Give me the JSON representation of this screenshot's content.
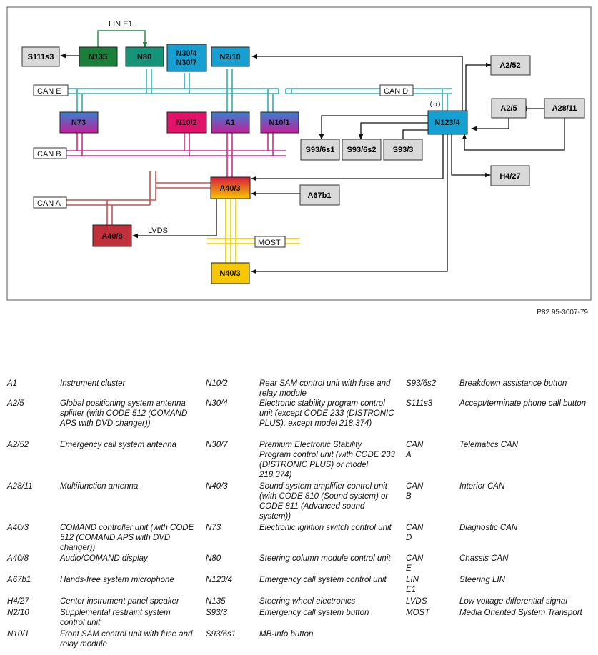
{
  "diagram": {
    "figure_id": "P82.95-3007-79",
    "buses": {
      "lin_e1": "LIN E1",
      "can_e": "CAN E",
      "can_d": "CAN D",
      "can_b": "CAN B",
      "can_a": "CAN A",
      "lvds": "LVDS",
      "most": "MOST"
    },
    "components": {
      "s111s3": "S111s3",
      "n135": "N135",
      "n80": "N80",
      "n30_4": "N30/4",
      "n30_7": "N30/7",
      "n2_10": "N2/10",
      "a2_52": "A2/52",
      "a2_5": "A2/5",
      "a28_11": "A28/11",
      "n73": "N73",
      "n10_2": "N10/2",
      "a1": "A1",
      "n10_1": "N10/1",
      "n123_4": "N123/4",
      "s93_6s1": "S93/6s1",
      "s93_6s2": "S93/6s2",
      "s93_3": "S93/3",
      "a40_3": "A40/3",
      "a67b1": "A67b1",
      "h4_27": "H4/27",
      "a40_8": "A40/8",
      "n40_3": "N40/3"
    },
    "colors": {
      "gray_box": "#d9d9d9",
      "green_dark": "#1a7f3b",
      "teal_green": "#14957a",
      "cyan": "#169fd1",
      "magenta": "#e0126a",
      "crimson": "#c0303a",
      "yellow": "#f7c800",
      "can_e_line": "#2bb0b0",
      "can_b_line": "#d02a8a",
      "can_a_line": "#c85050",
      "most_line": "#f1d200"
    }
  },
  "legend": [
    {
      "code": "A1",
      "desc": "Instrument cluster"
    },
    {
      "code": "A2/5",
      "desc": "Global positioning system antenna splitter (with CODE 512 (COMAND APS with DVD changer))"
    },
    {
      "code": "A2/52",
      "desc": "Emergency call system antenna"
    },
    {
      "code": "A28/11",
      "desc": "Multifunction antenna"
    },
    {
      "code": "A40/3",
      "desc": "COMAND controller unit (with CODE 512 (COMAND APS with DVD changer))"
    },
    {
      "code": "A40/8",
      "desc": "Audio/COMAND display"
    },
    {
      "code": "A67b1",
      "desc": "Hands-free system microphone"
    },
    {
      "code": "H4/27",
      "desc": "Center instrument panel speaker"
    },
    {
      "code": "N2/10",
      "desc": "Supplemental restraint system control unit"
    },
    {
      "code": "N10/1",
      "desc": "Front SAM control unit with fuse and relay module"
    },
    {
      "code": "N10/2",
      "desc": "Rear SAM control unit with fuse and relay module"
    },
    {
      "code": "N30/4",
      "desc": "Electronic stability program control unit (except CODE 233 (DISTRONIC PLUS), except model 218.374)"
    },
    {
      "code": "N30/7",
      "desc": "Premium Electronic Stability Program control unit (with CODE 233 (DISTRONIC PLUS) or model 218.374)"
    },
    {
      "code": "N40/3",
      "desc": "Sound system amplifier control unit (with CODE 810 (Sound system) or CODE 811 (Advanced sound system))"
    },
    {
      "code": "N73",
      "desc": "Electronic ignition switch control unit"
    },
    {
      "code": "N80",
      "desc": "Steering column module control unit"
    },
    {
      "code": "N123/4",
      "desc": "Emergency call system control unit"
    },
    {
      "code": "N135",
      "desc": "Steering wheel electronics"
    },
    {
      "code": "S93/3",
      "desc": "Emergency call system button"
    },
    {
      "code": "S93/6s1",
      "desc": "MB-Info button"
    },
    {
      "code": "S93/6s2",
      "desc": "Breakdown assistance button"
    },
    {
      "code": "S111s3",
      "desc": "Accept/terminate phone call button"
    },
    {
      "code": "CAN A",
      "desc": "Telematics CAN"
    },
    {
      "code": "CAN B",
      "desc": "Interior CAN"
    },
    {
      "code": "CAN D",
      "desc": "Diagnostic CAN"
    },
    {
      "code": "CAN E",
      "desc": "Chassis CAN"
    },
    {
      "code": "LIN E1",
      "desc": "Steering LIN"
    },
    {
      "code": "LVDS",
      "desc": "Low voltage differential signal"
    },
    {
      "code": "MOST",
      "desc": "Media Oriented System Transport"
    }
  ]
}
